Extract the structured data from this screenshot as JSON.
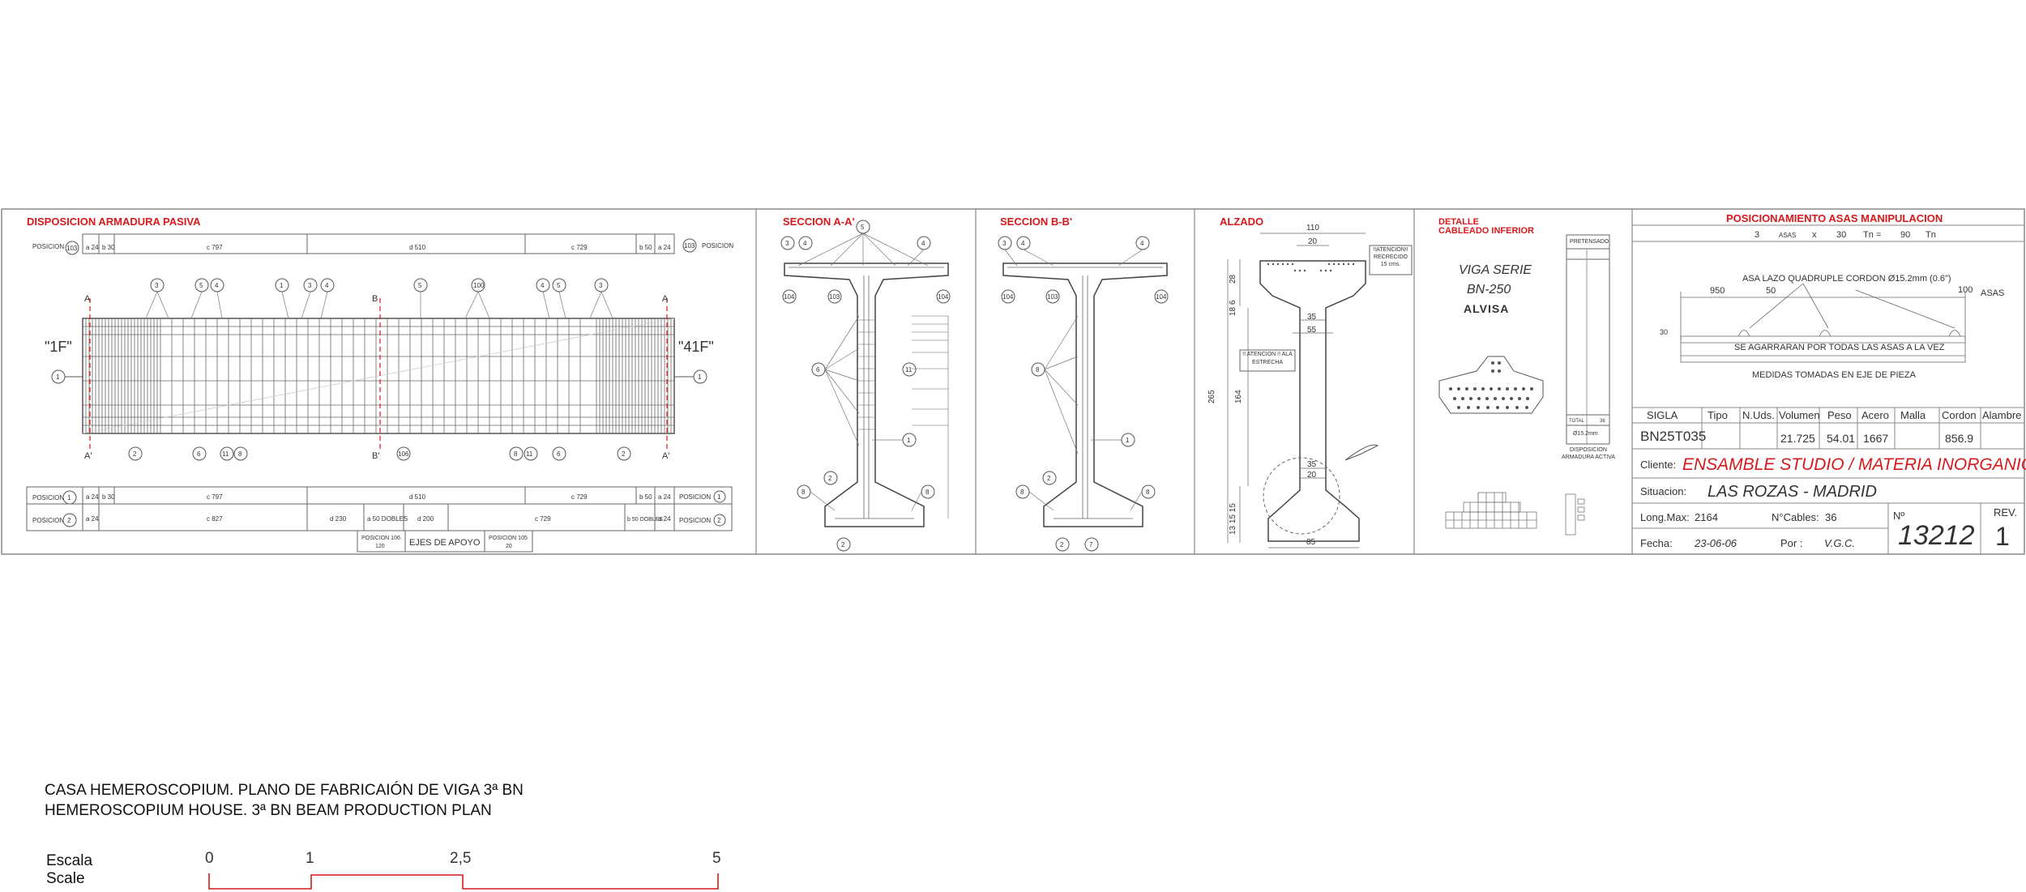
{
  "panels": {
    "armadura": {
      "title": "DISPOSICION ARMADURA PASIVA",
      "left_tag": "\"1F\"",
      "right_tag": "\"41F\"",
      "posicion": "POSICION",
      "top_row": [
        "a 24",
        "b 30",
        "c 797",
        "d 510",
        "c 729",
        "b 50",
        "a 24"
      ],
      "bot_row1": [
        "a 24",
        "b 30",
        "c 797",
        "d 510",
        "c 729",
        "b 50",
        "a 24"
      ],
      "bot_row2": [
        "a 24",
        "c 827",
        "d 230",
        "a 50 DOBLES",
        "d 200",
        "c 729",
        "b 50 DOBLES",
        "a 24"
      ],
      "pos_top_left": "103",
      "pos_top_right": "103",
      "pos_b1": "1",
      "pos_b2": "2",
      "apoyo": "EJES DE APOYO",
      "apoyo_left_label": "POSICION 106",
      "apoyo_left_val": "120",
      "apoyo_right_label": "POSICION 105",
      "apoyo_right_val": "20",
      "section_marks": [
        "A",
        "B",
        "A"
      ],
      "section_marks_bottom": [
        "A'",
        "B'",
        "A'"
      ],
      "callouts_top": [
        "3",
        "5",
        "4",
        "1",
        "3",
        "4",
        "5",
        "100",
        "4",
        "5",
        "3"
      ],
      "callouts_bottom": [
        "2",
        "6",
        "11",
        "8",
        "106",
        "8",
        "11",
        "6",
        "2"
      ],
      "end_callouts": [
        "1",
        "1"
      ]
    },
    "seccion_a": {
      "title": "SECCION A-A'",
      "callouts": [
        "5",
        "3",
        "4",
        "4",
        "104",
        "103",
        "104",
        "6",
        "11",
        "1",
        "2",
        "8",
        "8",
        "2"
      ]
    },
    "seccion_b": {
      "title": "SECCION B-B'",
      "callouts": [
        "3",
        "4",
        "4",
        "104",
        "103",
        "104",
        "8",
        "1",
        "2",
        "8",
        "8",
        "2",
        "7"
      ]
    },
    "alzado": {
      "title": "ALZADO",
      "dim_top": "110",
      "dim_20": "20",
      "dim_35": "35",
      "dim_55": "55",
      "dim_35b": "35",
      "dim_20b": "20",
      "dim_85": "85",
      "dim_265": "265",
      "dim_164": "164",
      "dim_28": "28",
      "dim_side_a": "18 6",
      "dim_side_b": "13 15 15",
      "note_recrecido": "!!ATENCION!! RECRECIDO 15 cms.",
      "note_ala": "!! ATENCION !! ALA ESTRECHA"
    },
    "cableado": {
      "title_line1": "DETALLE",
      "title_line2": "CABLEADO INFERIOR",
      "viga_line1": "VIGA SERIE",
      "viga_line2": "BN-250",
      "brand": "ALVISA",
      "pretensado": "PRETENSADO",
      "cordon": "Ø15.2mm",
      "disposicion_line1": "DISPOSICION",
      "disposicion_line2": "ARMADURA ACTIVA",
      "total": "TOTAL",
      "total_val": "36"
    },
    "posicionamiento": {
      "title": "POSICIONAMIENTO ASAS MANIPULACION",
      "row_values": [
        "3",
        "ASAS",
        "x",
        "30",
        "Tn =",
        "90",
        "Tn"
      ],
      "asa_label": "ASA LAZO QUADRUPLE CORDON Ø15.2mm (0.6\")",
      "dim_950": "950",
      "dim_50": "50",
      "dim_100": "100",
      "dim_30": "30",
      "asas": "ASAS",
      "agarrar": "SE AGARRARAN POR TODAS LAS ASAS A LA VEZ",
      "medidas": "MEDIDAS TOMADAS EN EJE DE PIEZA"
    },
    "cartela": {
      "headers": [
        "SIGLA",
        "Tipo",
        "N.Uds.",
        "Volumen",
        "Peso",
        "Acero",
        "Malla",
        "Cordon",
        "Alambre"
      ],
      "values": [
        "BN25T035",
        "",
        "",
        "21.725",
        "54.01",
        "1667",
        "",
        "856.9",
        ""
      ],
      "cliente_label": "Cliente:",
      "cliente": "ENSAMBLE STUDIO / MATERIA INORGANICA",
      "situacion_label": "Situacion:",
      "situacion": "LAS ROZAS - MADRID",
      "long_label": "Long.Max:",
      "long": "2164",
      "cables_label": "N°Cables:",
      "cables": "36",
      "fecha_label": "Fecha:",
      "fecha": "23-06-06",
      "por_label": "Por :",
      "por": "V.G.C.",
      "numero_label": "Nº",
      "numero": "13212",
      "rev_label": "REV.",
      "rev": "1"
    }
  },
  "caption": {
    "line1": "CASA HEMEROSCOPIUM. PLANO DE FABRICAIÓN DE VIGA 3ª BN",
    "line2": "HEMEROSCOPIUM HOUSE. 3ª BN BEAM PRODUCTION PLAN"
  },
  "scale": {
    "label_es": "Escala",
    "label_en": "Scale",
    "ticks": [
      "0",
      "1",
      "2,5",
      "5"
    ],
    "color": "#d7191c"
  }
}
